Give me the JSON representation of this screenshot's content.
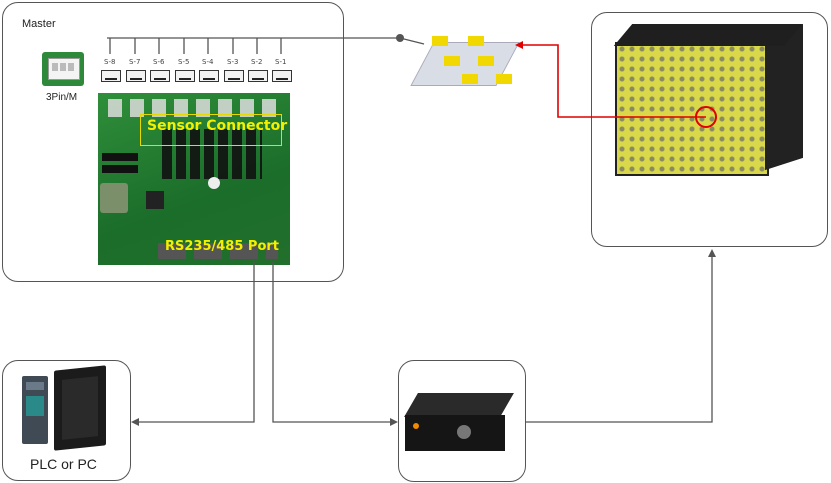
{
  "master": {
    "title": "Master",
    "pin_label": "3Pin/M"
  },
  "sensors": [
    "S-8",
    "S-7",
    "S-6",
    "S-5",
    "S-4",
    "S-3",
    "S-2",
    "S-1"
  ],
  "board": {
    "connector_label": "Sensor Connector",
    "port_label": "RS235/485 Port"
  },
  "plc": {
    "label": "PLC or PC"
  },
  "colors": {
    "pcb": "#1f7a2e",
    "pcb_text": "#f4f000",
    "highlight": "#e00000",
    "box_border": "#555555",
    "line": "#555555"
  }
}
